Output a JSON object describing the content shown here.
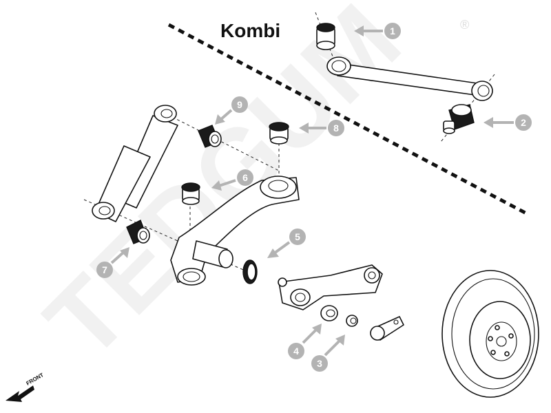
{
  "title": "Kombi",
  "watermark": "TEDGUM",
  "registered_mark": "®",
  "front_label": "FRONT",
  "callouts": [
    "1",
    "2",
    "3",
    "4",
    "5",
    "6",
    "7",
    "8",
    "9"
  ],
  "colors": {
    "watermark": "#f1f1f1",
    "callout": "#b3b3b3",
    "line": "#111111"
  }
}
